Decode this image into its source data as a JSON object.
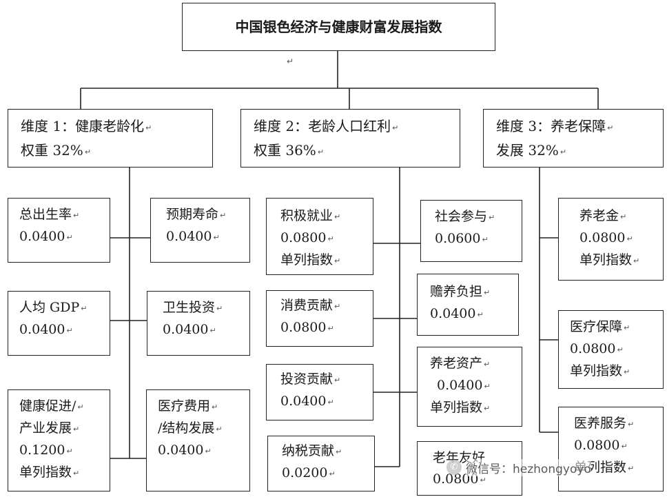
{
  "title": "中国银色经济与健康财富发展指数",
  "dimensions": [
    {
      "line1": "维度 1：健康老龄化",
      "line2": "权重 32%"
    },
    {
      "line1": "维度 2：老龄人口红利",
      "line2": "权重 36%"
    },
    {
      "line1": "维度 3：养老保障",
      "line2": "发展 32%"
    }
  ],
  "indicators": {
    "d1": [
      {
        "lines": [
          "总出生率",
          "0.0400"
        ]
      },
      {
        "lines": [
          "预期寿命",
          "0.0400"
        ]
      },
      {
        "lines": [
          "人均 GDP",
          "0.0400"
        ]
      },
      {
        "lines": [
          "卫生投资",
          "0.0400"
        ]
      },
      {
        "lines": [
          "健康促进/",
          "产业发展",
          "0.1200",
          "单列指数"
        ]
      },
      {
        "lines": [
          "医疗费用",
          "/结构发展",
          "0.0400"
        ]
      }
    ],
    "d2": [
      {
        "lines": [
          "积极就业",
          "0.0800",
          "单列指数"
        ]
      },
      {
        "lines": [
          "社会参与",
          "0.0600"
        ]
      },
      {
        "lines": [
          "消费贡献",
          "0.0800"
        ]
      },
      {
        "lines": [
          "赡养负担",
          "0.0400"
        ]
      },
      {
        "lines": [
          "投资贡献",
          "0.0400"
        ]
      },
      {
        "lines": [
          "养老资产",
          "0.0400",
          "单列指数"
        ]
      },
      {
        "lines": [
          "纳税贡献",
          "0.0200"
        ]
      },
      {
        "lines": [
          "老年友好",
          "0.0800"
        ]
      }
    ],
    "d3": [
      {
        "lines": [
          "养老金",
          "0.0800",
          "单列指数"
        ]
      },
      {
        "lines": [
          "医疗保障",
          "0.0800",
          "单列指数"
        ]
      },
      {
        "lines": [
          "医养服务",
          "0.0800",
          "单列指数"
        ]
      }
    ]
  },
  "paragraph_mark": "↵",
  "watermark": {
    "icon": "wechat-icon",
    "text": "微信号：hezhongyoyo"
  }
}
